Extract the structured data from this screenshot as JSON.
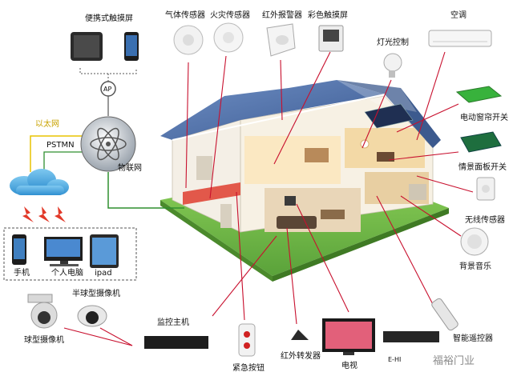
{
  "labels": {
    "portable_touch": "便携式触摸屏",
    "ap": "AP",
    "gas_sensor": "气体传感器",
    "fire_sensor": "火灾传感器",
    "ir_alarm": "红外报警器",
    "color_touch": "彩色触摸屏",
    "light_control": "灯光控制",
    "air_conditioner": "空调",
    "ethernet": "以太网",
    "pstn": "PSTMN",
    "iot": "物联网",
    "curtain_switch": "电动窗帘开关",
    "scene_panel": "情景面板开关",
    "wireless_sensor": "无线传感器",
    "bg_music": "背景音乐",
    "phone": "手机",
    "pc": "个人电脑",
    "ipad": "ipad",
    "half_dome_cam": "半球型摄像机",
    "dome_cam": "球型摄像机",
    "monitor_host": "监控主机",
    "emergency_button": "紧急按钮",
    "ir_forwarder": "红外转发器",
    "tv": "电视",
    "smart_remote": "智能遥控器",
    "dvr_brand": "E-HI",
    "watermark": "福裕门业"
  },
  "colors": {
    "connector_red": "#c8102e",
    "ethernet_line": "#e8c400",
    "network_line": "#2f8f2f",
    "cloud": "#4aa8e0",
    "roof": "#4d6fa8",
    "lawn": "#7cc24a"
  }
}
